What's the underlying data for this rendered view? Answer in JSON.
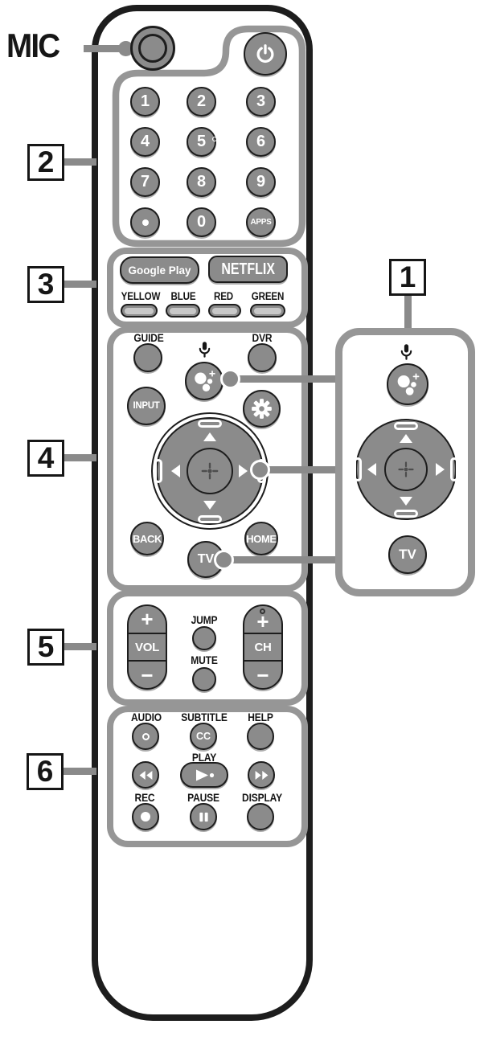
{
  "colors": {
    "background": "#ffffff",
    "body_outline": "#1d1d1d",
    "button_gray": "#8b8b8b",
    "button_outline": "#1d1d1d",
    "button_text": "#ffffff",
    "group_outline": "#969696",
    "connector_gray": "#8a8a8a",
    "label_black": "#141414",
    "pill_inner": "#c8c8c8"
  },
  "mic": {
    "label": "MIC"
  },
  "callouts": {
    "one": "1",
    "two": "2",
    "three": "3",
    "four": "4",
    "five": "5",
    "six": "6"
  },
  "keypad": {
    "d1": "1",
    "d2": "2",
    "d3": "3",
    "d4": "4",
    "d5": "5",
    "d6": "6",
    "d7": "7",
    "d8": "8",
    "d9": "9",
    "d0": "0",
    "dot": "",
    "apps": "APPS"
  },
  "streaming": {
    "google_play": "Google Play",
    "netflix": "NETFLIX"
  },
  "color_keys": {
    "yellow": "YELLOW",
    "blue": "BLUE",
    "red": "RED",
    "green": "GREEN"
  },
  "nav": {
    "guide": "GUIDE",
    "dvr": "DVR",
    "input": "INPUT",
    "back": "BACK",
    "home": "HOME",
    "tv": "TV"
  },
  "volume": {
    "vol": "VOL",
    "ch": "CH",
    "jump": "JUMP",
    "mute": "MUTE",
    "plus": "+",
    "minus": "−"
  },
  "transport": {
    "audio": "AUDIO",
    "subtitle": "SUBTITLE",
    "cc": "CC",
    "help": "HELP",
    "play": "PLAY",
    "rec": "REC",
    "pause": "PAUSE",
    "display": "DISPLAY"
  },
  "panel": {
    "tv": "TV"
  }
}
